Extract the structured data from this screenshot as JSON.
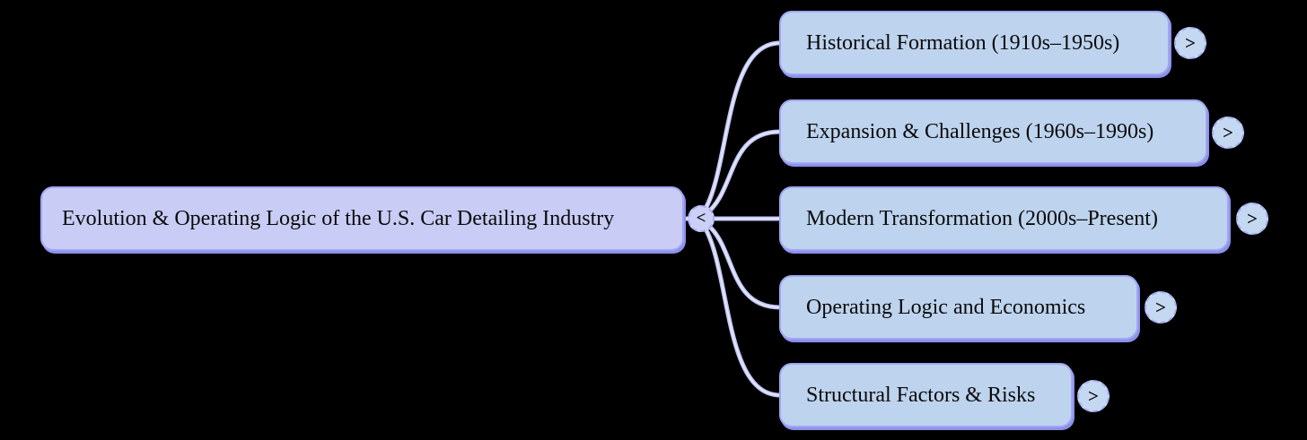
{
  "diagram": {
    "type": "mindmap",
    "background_color": "#000000",
    "root": {
      "label": "Evolution & Operating Logic of the U.S. Car Detailing Industry",
      "collapse_icon": "<",
      "fill_color": "#c9ccf4"
    },
    "branches": [
      {
        "label": "Historical Formation (1910s–1950s)",
        "expand_icon": ">"
      },
      {
        "label": "Expansion & Challenges (1960s–1990s)",
        "expand_icon": ">"
      },
      {
        "label": "Modern Transformation (2000s–Present)",
        "expand_icon": ">"
      },
      {
        "label": "Operating Logic and Economics",
        "expand_icon": ">"
      },
      {
        "label": "Structural Factors & Risks",
        "expand_icon": ">"
      }
    ],
    "colors": {
      "branch_fill": "#bdd3ee",
      "node_border": "#a2a6f3",
      "node_shadow": "#8b90ea",
      "connector_outer": "#c0c5f4",
      "connector_inner": "#e7e9fc",
      "text": "#0a0a0a"
    }
  }
}
